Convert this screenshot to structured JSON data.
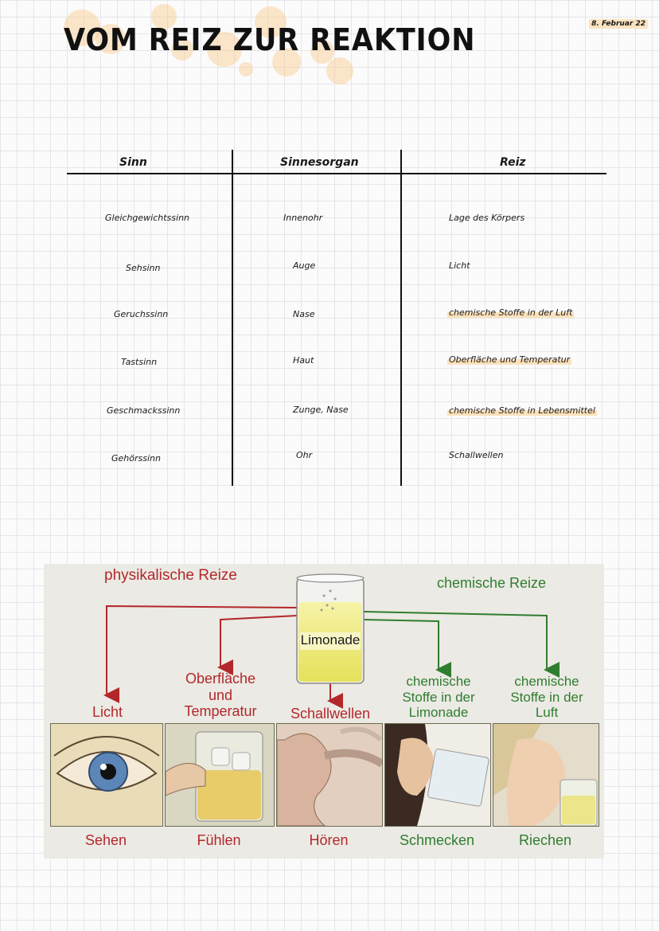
{
  "header": {
    "title": "VOM REIZ ZUR REAKTION",
    "date": "8. Februar 22"
  },
  "table": {
    "headers": [
      "Sinn",
      "Sinnesorgan",
      "Reiz"
    ],
    "rows": [
      {
        "sinn": "Gleichgewichtssinn",
        "organ": "Innenohr",
        "reiz": "Lage des Körpers"
      },
      {
        "sinn": "Sehsinn",
        "organ": "Auge",
        "reiz": "Licht"
      },
      {
        "sinn": "Geruchssinn",
        "organ": "Nase",
        "reiz": "chemische Stoffe in der Luft"
      },
      {
        "sinn": "Tastsinn",
        "organ": "Haut",
        "reiz": "Oberfläche und Temperatur"
      },
      {
        "sinn": "Geschmackssinn",
        "organ": "Zunge, Nase",
        "reiz": "chemische Stoffe in Lebensmittel"
      },
      {
        "sinn": "Gehörssinn",
        "organ": "Ohr",
        "reiz": "Schallwellen"
      }
    ]
  },
  "figure": {
    "physical_label": "physikalische Reize",
    "chemical_label": "chemische Reize",
    "glass_label": "Limonade",
    "stimuli": {
      "licht": "Licht",
      "oberflaeche": "Oberfläche und Temperatur",
      "schall": "Schallwellen",
      "chem_limonade": "chemische Stoffe in der Limonade",
      "chem_luft": "chemische Stoffe in der Luft"
    },
    "senses": [
      "Sehen",
      "Fühlen",
      "Hören",
      "Schmecken",
      "Riechen"
    ],
    "colors": {
      "physical": "#b3272b",
      "chemical": "#2f7d2f"
    }
  }
}
